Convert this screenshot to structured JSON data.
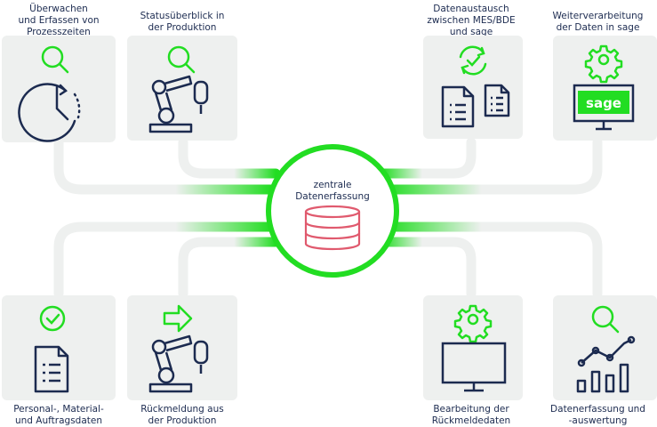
{
  "nodes": {
    "top_left_1": {
      "label": "Überwachen\nund Erfassen von\nProzesszeiten",
      "icons": [
        "search-icon",
        "clock-icon"
      ]
    },
    "top_left_2": {
      "label": "Statusüberblick in\nder Produktion",
      "icons": [
        "search-icon",
        "robot-arm-icon"
      ]
    },
    "top_right_1": {
      "label": "Datenaustausch\nzwischen MES/BDE\nund sage",
      "icons": [
        "sync-check-icon",
        "documents-icon"
      ]
    },
    "top_right_2": {
      "label": "Weiterverarbeitung\nder Daten in sage",
      "icons": [
        "gear-icon",
        "monitor-icon"
      ],
      "monitor_text": "sage"
    },
    "bottom_left_1": {
      "label": "Personal-, Material-\nund Auftragsdaten",
      "icons": [
        "check-circle-icon",
        "document-list-icon"
      ]
    },
    "bottom_left_2": {
      "label": "Rückmeldung aus\nder Produktion",
      "icons": [
        "arrow-right-icon",
        "robot-arm-icon"
      ]
    },
    "bottom_right_1": {
      "label": "Bearbeitung der\nRückmeldedaten",
      "icons": [
        "gear-icon",
        "monitor-icon"
      ]
    },
    "bottom_right_2": {
      "label": "Datenerfassung und\n-auswertung",
      "icons": [
        "search-icon",
        "line-bar-chart-icon"
      ]
    }
  },
  "hub": {
    "label": "zentrale\nDatenerfassung",
    "icon": "database-icon"
  },
  "colors": {
    "accent_green": "#22dd22",
    "navy": "#1c2b50",
    "card_bg": "#eef0ef",
    "database_pink": "#e05a6e",
    "connector_grey": "#eef0ef"
  }
}
